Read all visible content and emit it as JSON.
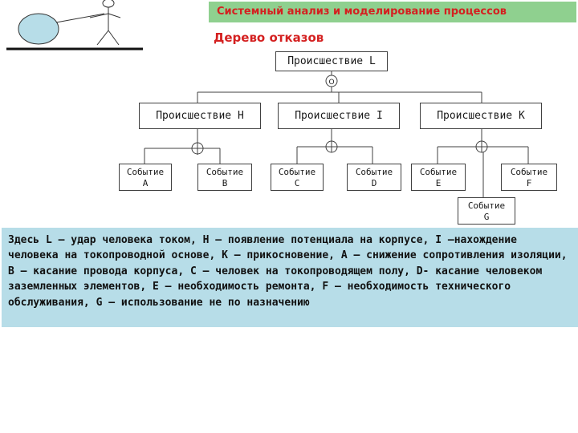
{
  "header": {
    "title": "Системный анализ и моделирование процессов"
  },
  "subtitle": "Дерево отказов",
  "gates": {
    "top_gate_symbol": "О"
  },
  "tree": {
    "top": {
      "label": "Происшествие L"
    },
    "level2": [
      {
        "id": "h",
        "label": "Происшествие  H"
      },
      {
        "id": "i",
        "label": "Происшествие I"
      },
      {
        "id": "k",
        "label": "Происшествие  K"
      }
    ],
    "events": [
      {
        "id": "a",
        "line1": "Событие",
        "line2": "A"
      },
      {
        "id": "b",
        "line1": "Событие",
        "line2": "B"
      },
      {
        "id": "c",
        "line1": "Событие",
        "line2": "C"
      },
      {
        "id": "d",
        "line1": "Событие",
        "line2": "D"
      },
      {
        "id": "e",
        "line1": "Событие",
        "line2": "E"
      },
      {
        "id": "f",
        "line1": "Событие",
        "line2": "F"
      },
      {
        "id": "g",
        "line1": "Событие",
        "line2": "G"
      }
    ]
  },
  "description": "  Здесь L – удар человека током, H – появление потенциала на корпусе, I –нахождение человека на токопроводной основе, K – прикосновение, A – снижение сопротивления изоляции, B – касание провода корпуса, C – человек на токопроводящем полу, D- касание человеком заземленных элементов, E – необходимость ремонта, F – необходимость технического обслуживания, G – использование не по назначению"
}
